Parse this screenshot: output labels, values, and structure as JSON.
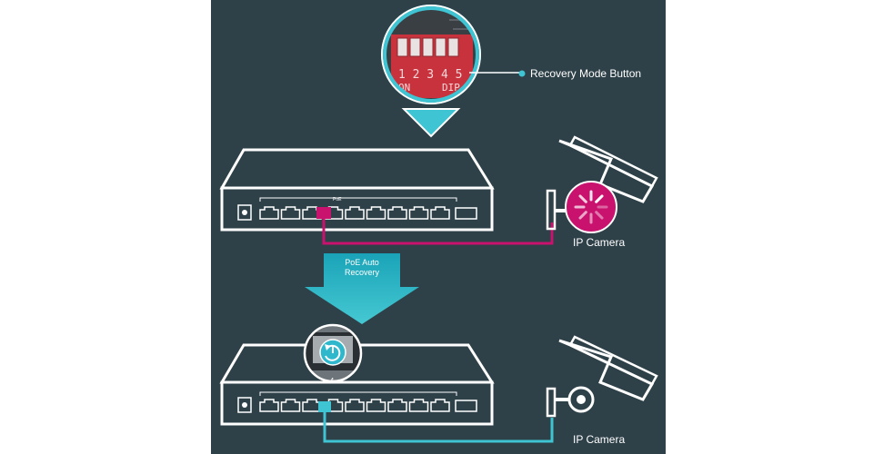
{
  "colors": {
    "background": "#2e4048",
    "outline": "#ffffff",
    "accent_cyan": "#3ec4d2",
    "accent_magenta": "#c8126e",
    "dip_red": "#c8323c"
  },
  "callout": {
    "dip_numbers": "1 2 3 4 5",
    "dip_on": "ON",
    "dip_label": "DIP",
    "recovery_label": "Recovery Mode Button"
  },
  "switch_top": {
    "port_label": "PoE",
    "camera_label": "IP Camera",
    "camera_status_icon": "spinner-icon"
  },
  "arrow": {
    "line1": "PoE Auto",
    "line2": "Recovery"
  },
  "switch_bottom": {
    "zoom_port_number": "4",
    "zoom_icon": "power-restart-icon",
    "camera_label": "IP Camera"
  }
}
